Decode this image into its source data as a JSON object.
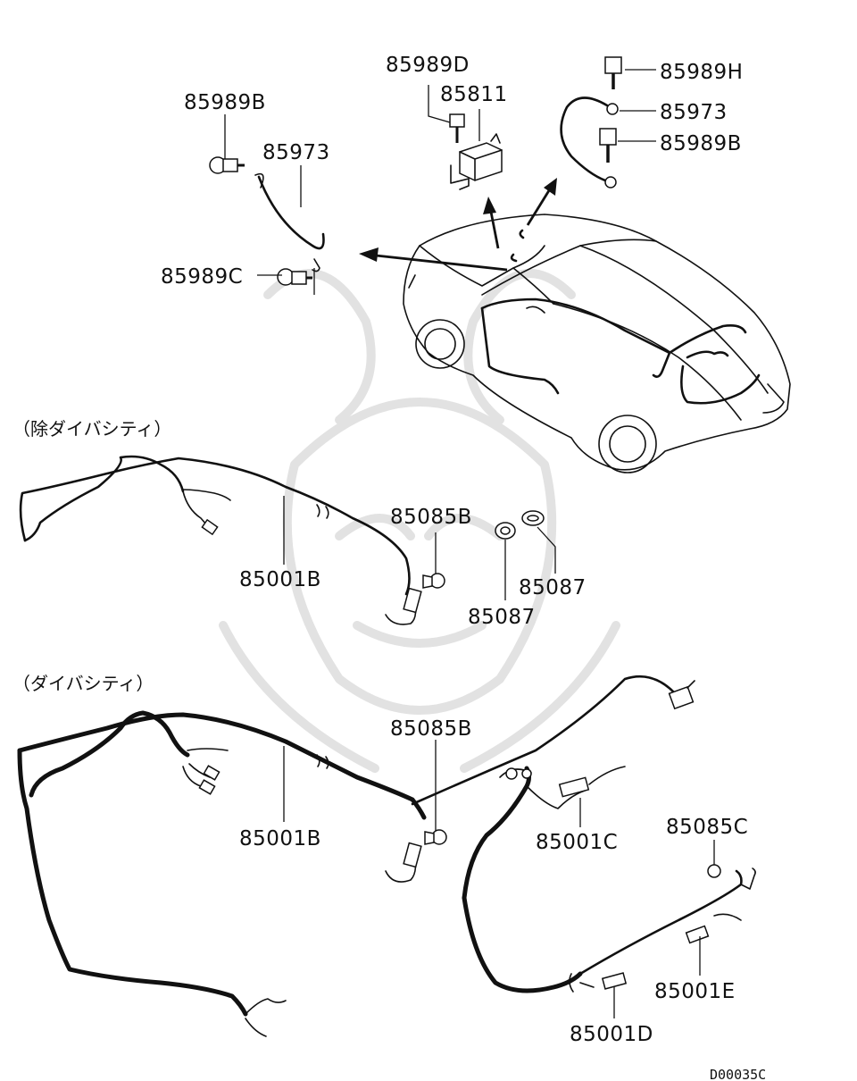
{
  "labels": {
    "p85989D": "85989D",
    "p85811": "85811",
    "p85989H": "85989H",
    "p85973_right": "85973",
    "p85989B_right": "85989B",
    "p85989B_left": "85989B",
    "p85973_left": "85973",
    "p85989C": "85989C",
    "p85085B_a": "85085B",
    "p85087_a": "85087",
    "p85087_b": "85087",
    "p85001B_a": "85001B",
    "p85085B_b": "85085B",
    "p85001B_b": "85001B",
    "p85001C": "85001C",
    "p85085C": "85085C",
    "p85001E": "85001E",
    "p85001D": "85001D"
  },
  "sections": {
    "without_diversity": "（除ダイバシティ）",
    "with_diversity": "（ダイバシティ）"
  },
  "diagram_code": "D00035C",
  "icons": [
    "car-body-icon",
    "harness-icon",
    "bolt-icon",
    "clip-icon",
    "grommet-icon",
    "relay-icon",
    "watermark-icon"
  ]
}
